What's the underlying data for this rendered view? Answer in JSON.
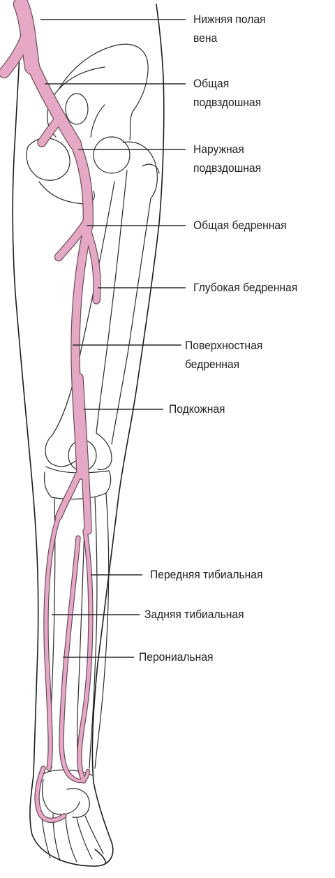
{
  "colors": {
    "vein_fill": "#e6a9c5",
    "vein_edge": "#6b4a57",
    "outline": "#1c1c1c",
    "leader": "#2a2a2a"
  },
  "labels": {
    "ivc_line1": "Нижняя полая",
    "ivc_line2": "вена",
    "common_iliac_line1": "Общая",
    "common_iliac_line2": "подвздошная",
    "external_iliac_line1": "Наружная",
    "external_iliac_line2": "подвздошная",
    "common_femoral": "Общая бедренная",
    "deep_femoral": "Глубокая бедренная",
    "superficial_femoral_line1": "Поверхностная",
    "superficial_femoral_line2": "бедренная",
    "saphenous": "Подкожная",
    "anterior_tibial": "Передняя тибиальная",
    "posterior_tibial": "Задняя тибиальная",
    "peroneal": "Перониальная"
  }
}
